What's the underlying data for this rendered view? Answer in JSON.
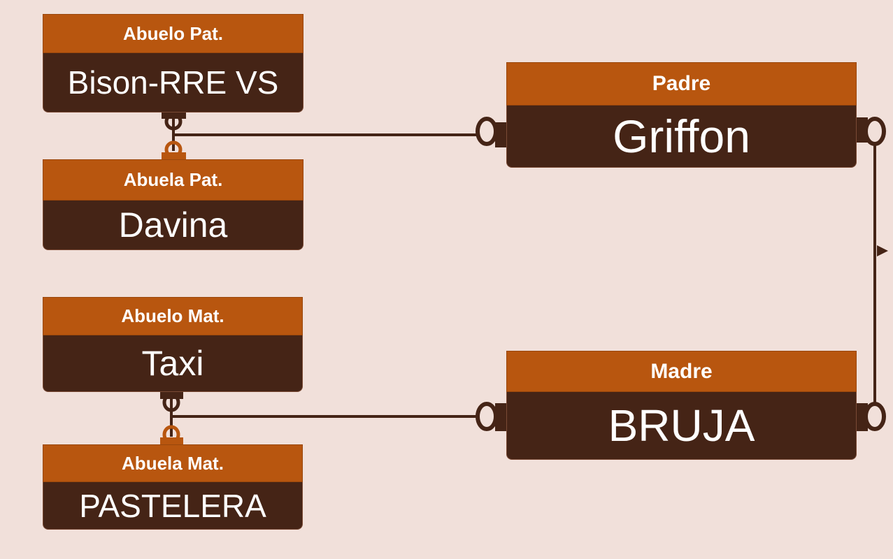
{
  "colors": {
    "background": "#f1e0da",
    "header": "#b8560f",
    "body": "#452416",
    "connector": "#452416",
    "text": "#ffffff"
  },
  "pedigree": {
    "paternal_grandfather": {
      "role": "Abuelo Pat.",
      "name": "Bison-RRE VS"
    },
    "paternal_grandmother": {
      "role": "Abuela Pat.",
      "name": "Davina"
    },
    "maternal_grandfather": {
      "role": "Abuelo Mat.",
      "name": "Taxi"
    },
    "maternal_grandmother": {
      "role": "Abuela Mat.",
      "name": "PASTELERA"
    },
    "father": {
      "role": "Padre",
      "name": "Griffon"
    },
    "mother": {
      "role": "Madre",
      "name": "BRUJA"
    }
  }
}
